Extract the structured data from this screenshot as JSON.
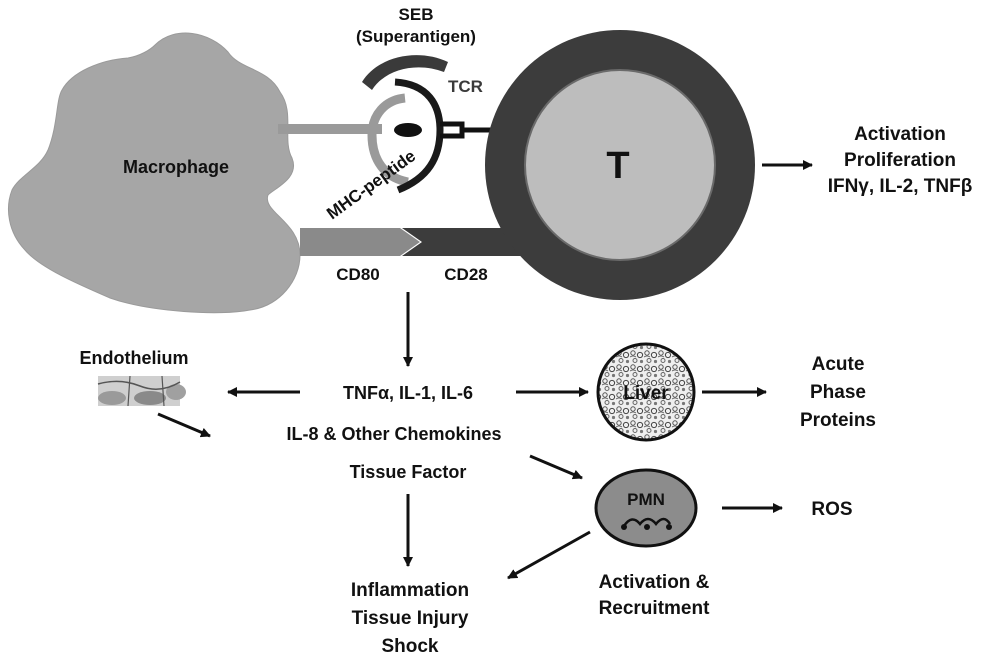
{
  "labels": {
    "seb_line1": "SEB",
    "seb_line2": "(Superantigen)",
    "tcr": "TCR",
    "macrophage": "Macrophage",
    "mhc_peptide": "MHC-peptide",
    "t_cell": "T",
    "cd80": "CD80",
    "cd28": "CD28",
    "t_outcome_line1": "Activation",
    "t_outcome_line2": "Proliferation",
    "t_outcome_line3": "IFNγ, IL-2, TNFβ",
    "endothelium": "Endothelium",
    "cytokines": "TNFα, IL-1, IL-6",
    "chemokines": "IL-8 & Other Chemokines",
    "tissue_factor": "Tissue Factor",
    "liver": "Liver",
    "acute_line1": "Acute",
    "acute_line2": "Phase",
    "acute_line3": "Proteins",
    "pmn": "PMN",
    "ros": "ROS",
    "pmn_outcome_line1": "Activation &",
    "pmn_outcome_line2": "Recruitment",
    "injury_line1": "Inflammation",
    "injury_line2": "Tissue Injury",
    "injury_line3": "Shock"
  },
  "colors": {
    "macrophage": "#a6a6a6",
    "t_cell_ring": "#3c3c3c",
    "t_cell_core": "#bdbdbd",
    "cd80": "#8a8a8a",
    "cd28": "#3c3c3c",
    "pmn": "#8c8c8c",
    "arrow": "#111111"
  }
}
